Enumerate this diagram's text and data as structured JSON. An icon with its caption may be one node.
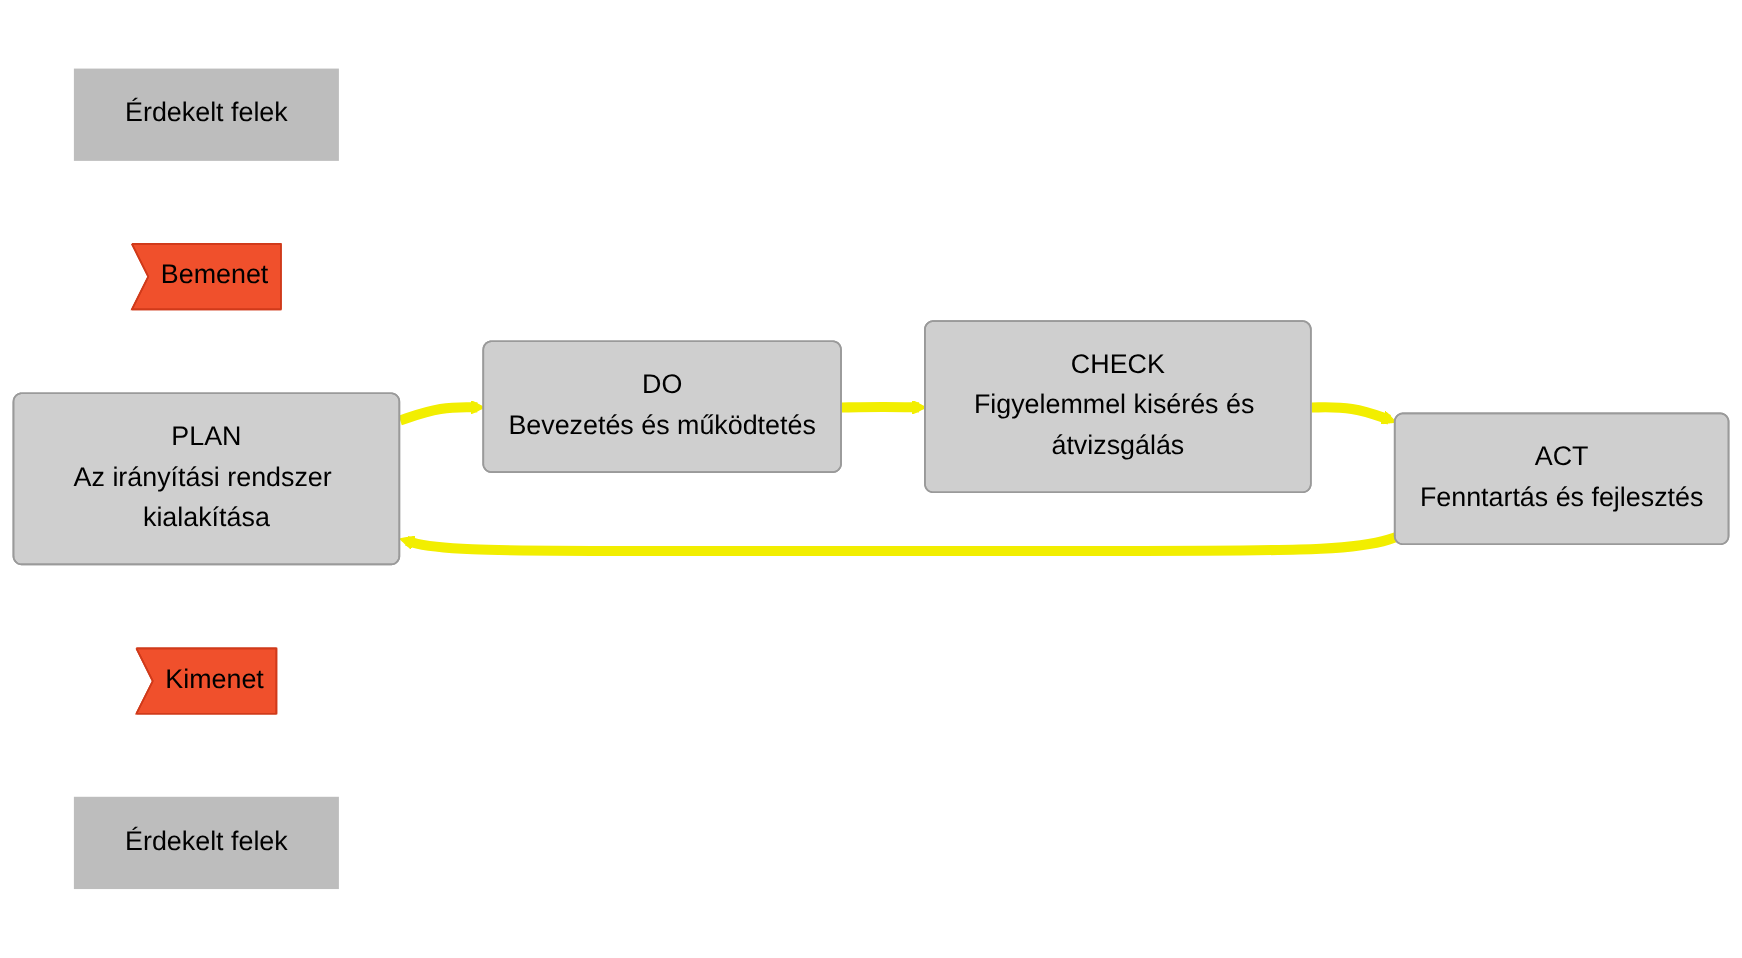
{
  "diagram": {
    "nodes": [
      {
        "text": [
          "Érdekelt felek"
        ]
      },
      {
        "text": [
          "PLAN",
          "Az irányítási rendszer kialakítása"
        ]
      },
      {
        "text": [
          "DO",
          "Bevezetés és működtetés"
        ]
      },
      {
        "text": [
          "ACT",
          "Fenntartás és fejlesztés"
        ]
      },
      {
        "text": [
          "CHECK",
          "Figyelemmel kisérés és átvizsgálás"
        ]
      },
      {
        "text": [
          "Érdekelt felek"
        ]
      },
      {
        "text": [
          "Bemenet"
        ]
      },
      {
        "text": [
          "Kimenet"
        ]
      }
    ],
    "edges": [
      {
        "from": 1,
        "to": 2,
        "arrow": "to"
      },
      {
        "from": 2,
        "to": 4,
        "arrow": "to"
      },
      {
        "from": 4,
        "to": 3,
        "arrow": "to"
      },
      {
        "from": 3,
        "to": 1,
        "arrow": "to"
      }
    ]
  }
}
